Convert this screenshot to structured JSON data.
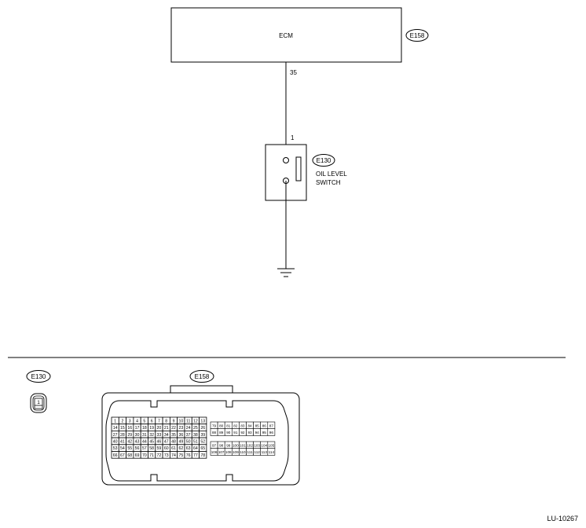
{
  "ecm": {
    "label": "ECM",
    "connector_ref": "E158",
    "terminal": "35"
  },
  "oil_switch": {
    "connector_ref": "E130",
    "terminal": "1",
    "label_line1": "OIL LEVEL",
    "label_line2": "SWITCH"
  },
  "connectors": {
    "e130": {
      "label": "E130",
      "pin": "1"
    },
    "e158": {
      "label": "E158",
      "left_block_rows": [
        [
          "1",
          "2",
          "3",
          "4",
          "5",
          "6",
          "7",
          "8",
          "9",
          "10",
          "11",
          "12",
          "13"
        ],
        [
          "14",
          "15",
          "16",
          "17",
          "18",
          "19",
          "20",
          "21",
          "22",
          "23",
          "24",
          "25",
          "26"
        ],
        [
          "27",
          "28",
          "29",
          "30",
          "31",
          "32",
          "33",
          "34",
          "35",
          "36",
          "37",
          "38",
          "39"
        ],
        [
          "40",
          "41",
          "42",
          "43",
          "44",
          "45",
          "46",
          "47",
          "48",
          "49",
          "50",
          "51",
          "52"
        ],
        [
          "53",
          "54",
          "55",
          "56",
          "57",
          "58",
          "59",
          "60",
          "61",
          "62",
          "63",
          "64",
          "65"
        ],
        [
          "66",
          "67",
          "68",
          "69",
          "70",
          "71",
          "72",
          "73",
          "74",
          "75",
          "76",
          "77",
          "78"
        ]
      ],
      "right_top_rows": [
        [
          "79",
          "80",
          "81",
          "82",
          "83",
          "84",
          "85",
          "86",
          "87"
        ],
        [
          "88",
          "89",
          "90",
          "91",
          "92",
          "93",
          "94",
          "95",
          "96"
        ]
      ],
      "right_bottom_rows": [
        [
          "97",
          "98",
          "99",
          "100",
          "101",
          "102",
          "103",
          "104",
          "105"
        ],
        [
          "106",
          "107",
          "108",
          "109",
          "110",
          "111",
          "112",
          "113",
          "114"
        ]
      ]
    }
  },
  "footer": {
    "code": "LU-10267"
  }
}
